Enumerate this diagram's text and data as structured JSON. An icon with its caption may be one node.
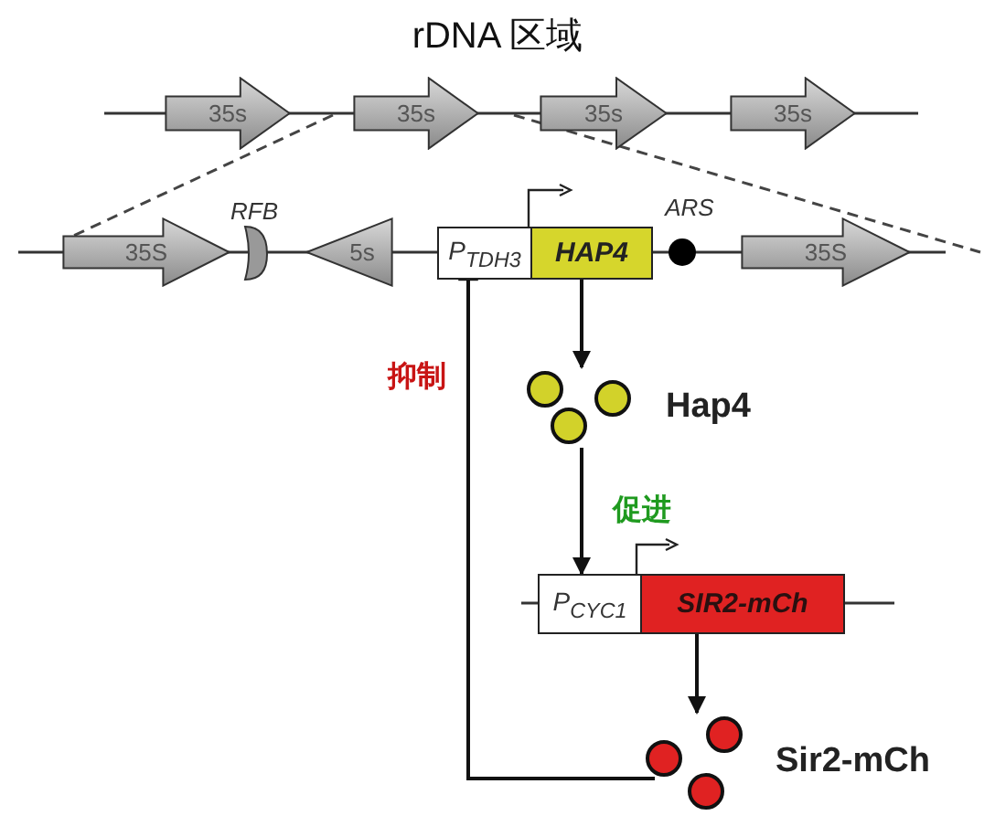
{
  "diagram": {
    "title": "rDNA 区域",
    "nodes": [
      {
        "text": [
          "35s"
        ]
      },
      {
        "text": [
          "35s"
        ]
      },
      {
        "text": [
          "35s"
        ]
      },
      {
        "text": [
          "35s"
        ]
      },
      {
        "text": [
          "35S"
        ]
      },
      {
        "text": [
          "RFB"
        ]
      },
      {
        "text": [
          "5s"
        ]
      },
      {
        "text": [
          "P$_{TDH3}$"
        ]
      },
      {
        "text": [
          "HAP4"
        ]
      },
      {
        "text": [
          "ARS"
        ]
      },
      {
        "text": [
          "35S"
        ]
      },
      {
        "text": [
          "Hap4"
        ]
      },
      {
        "text": [
          "P$_{CYC1}$"
        ]
      },
      {
        "text": [
          "SIR2-mCh"
        ]
      },
      {
        "text": [
          "Sir2-mCh"
        ]
      }
    ],
    "edges": [
      {
        "from": 8,
        "to": 11,
        "arrow": "to"
      },
      {
        "from": 11,
        "to": 12,
        "arrow": "to",
        "label": "促进"
      },
      {
        "from": 13,
        "to": 14,
        "arrow": "to"
      },
      {
        "from": 14,
        "to": 7,
        "arrow": "other",
        "label": "抑制"
      }
    ]
  }
}
